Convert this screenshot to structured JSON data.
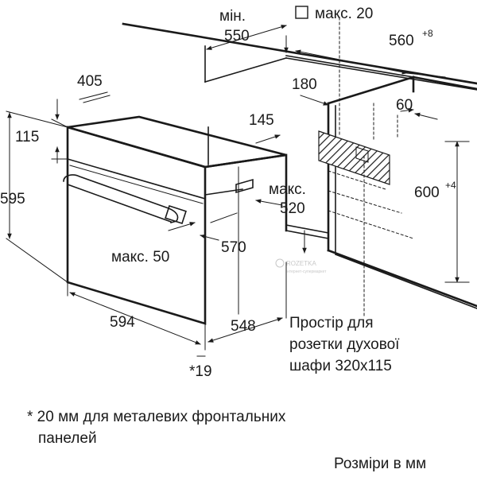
{
  "dimensions": {
    "min_label": "мін.",
    "min_550": "550",
    "max_20": "макс. 20",
    "d560": "560",
    "d560_sup": "+8",
    "d405": "405",
    "d180": "180",
    "d60": "60",
    "d145": "145",
    "d115": "115",
    "d595": "595",
    "max_520_line1": "макс.",
    "max_520_line2": "520",
    "d600": "600",
    "d600_sup": "+4",
    "d570": "570",
    "max_50": "макс. 50",
    "d594": "594",
    "d548": "548",
    "d19": "*19"
  },
  "notes": {
    "socket_line1": "Простір для",
    "socket_line2": "розетки духової",
    "socket_line3": "шафи 320x115",
    "footnote_line1": "* 20 мм для металевих фронтальних",
    "footnote_line2": "панелей",
    "units": "Розміри в мм"
  },
  "watermark": {
    "brand": "ROZETKA",
    "tagline": "інтернет-супермаркет"
  }
}
